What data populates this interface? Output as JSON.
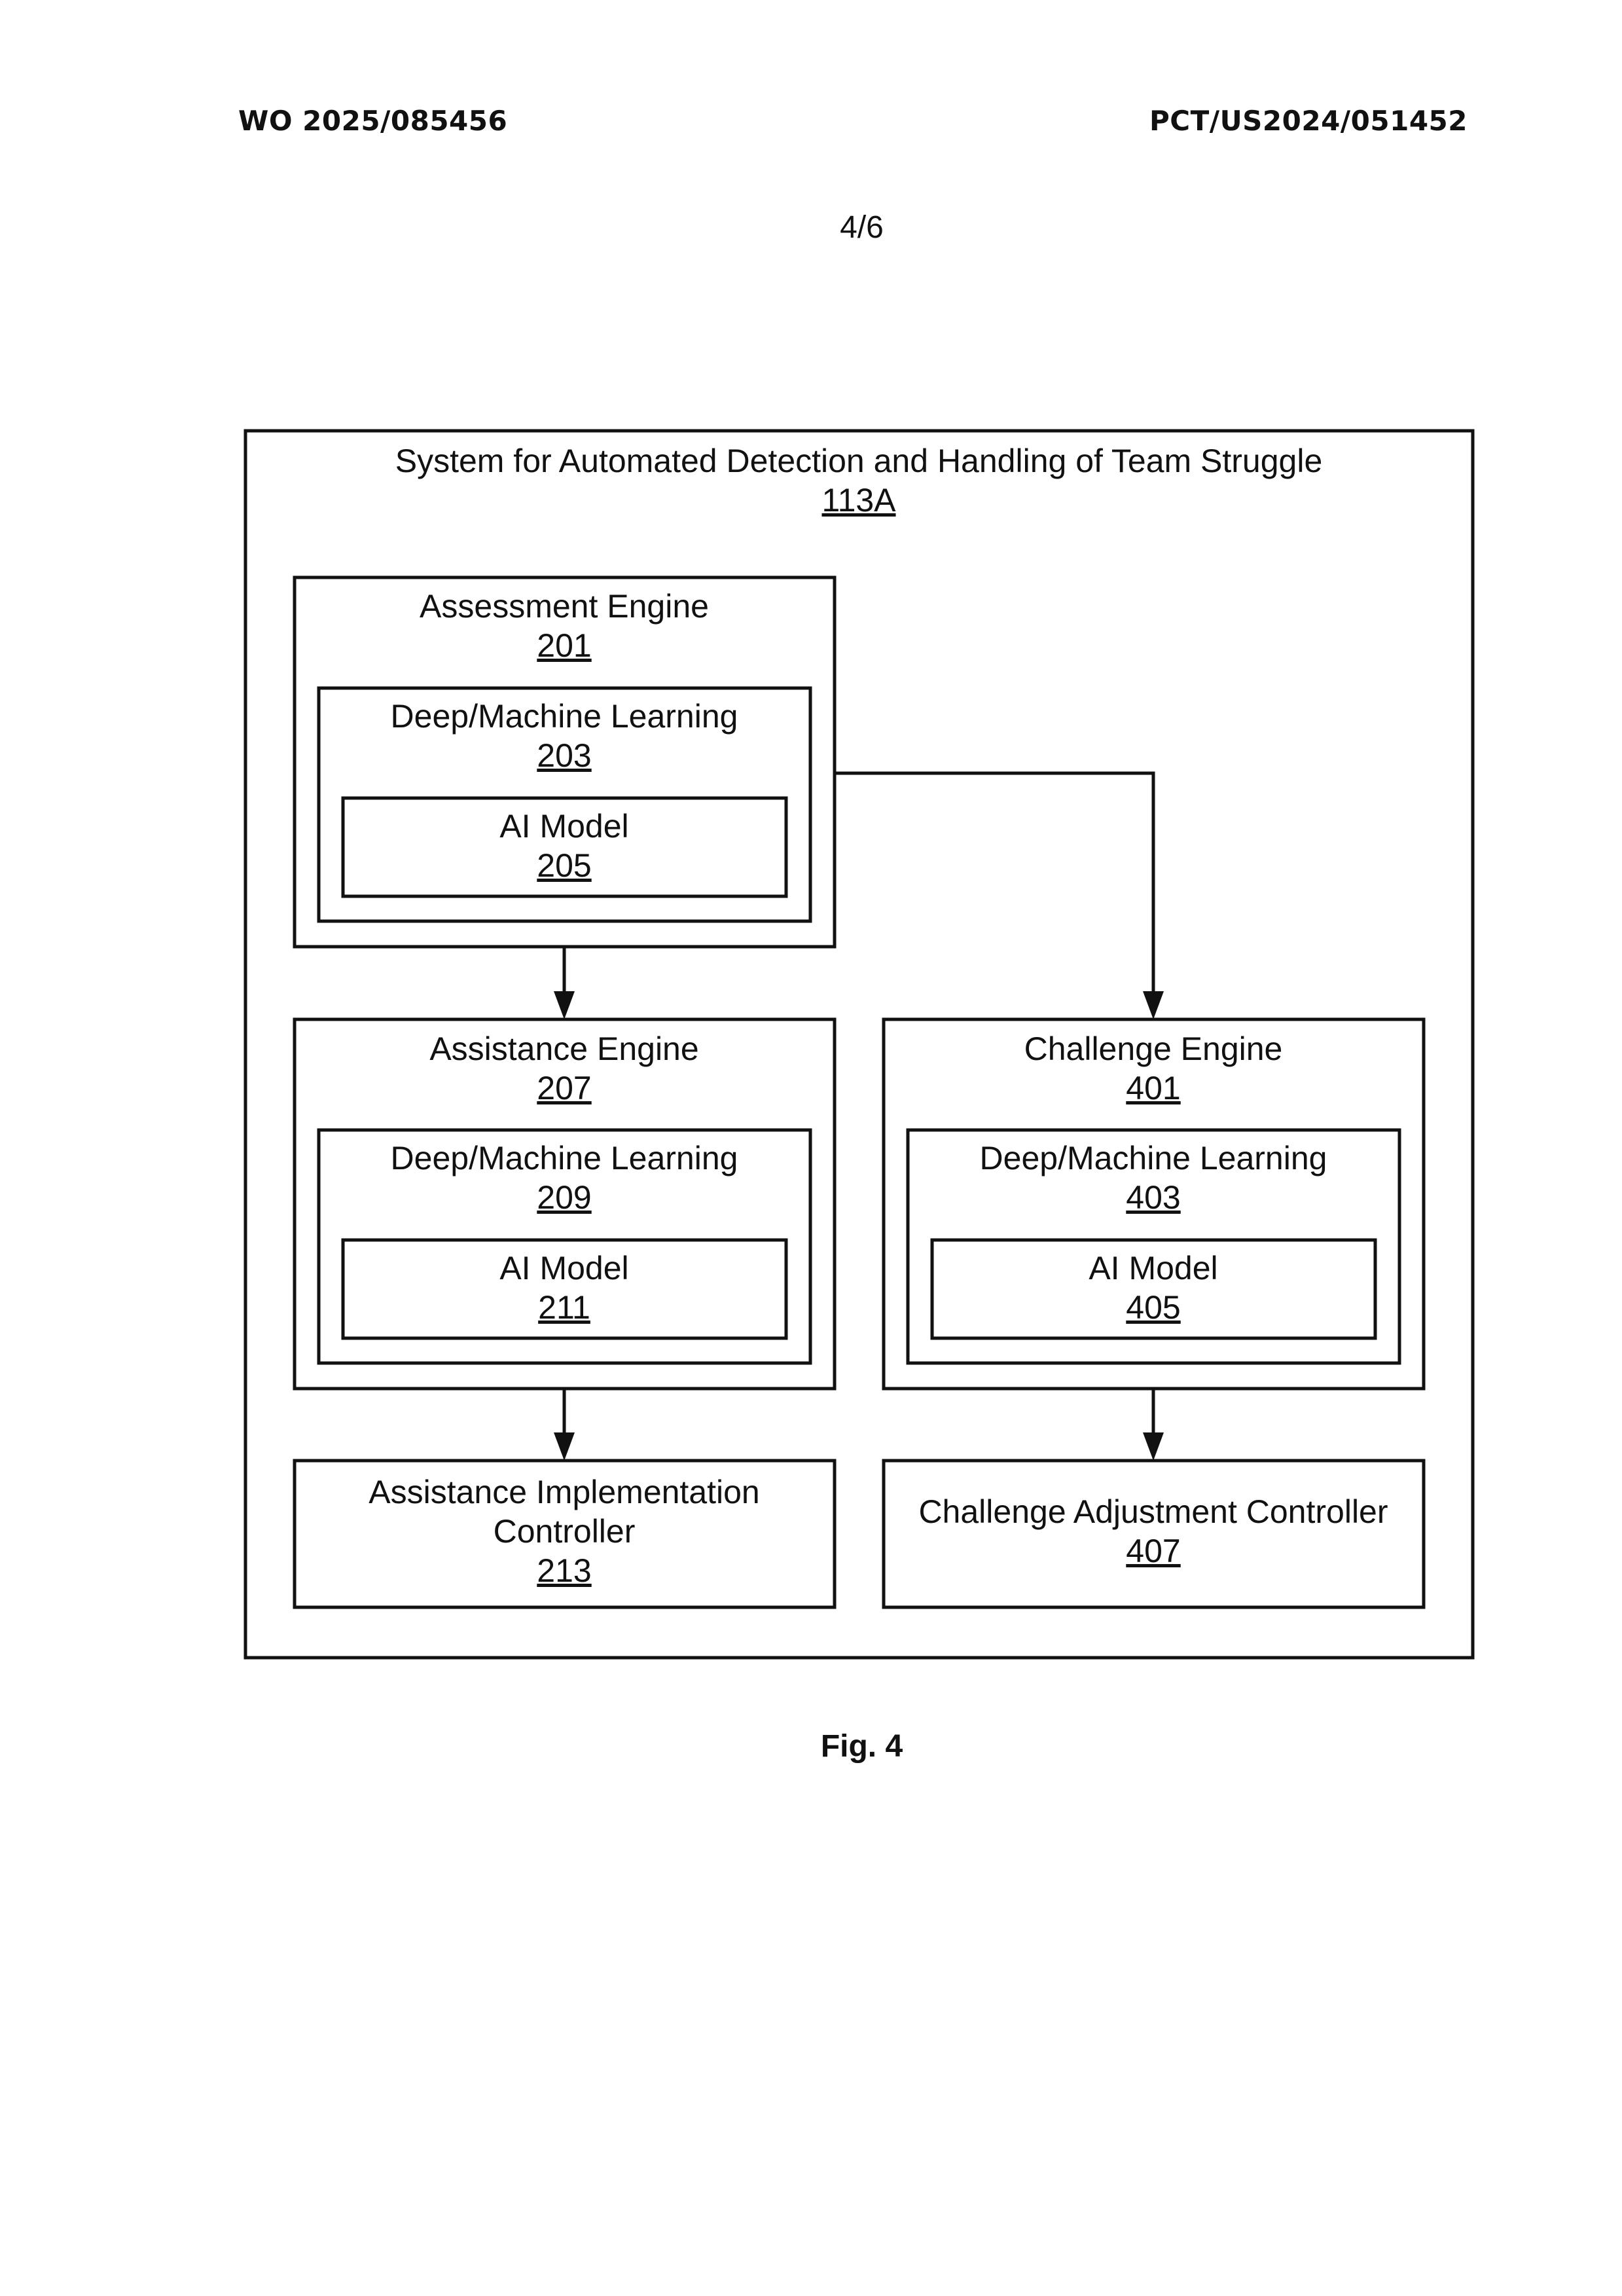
{
  "header": {
    "publication_number": "WO 2025/085456",
    "application_number": "PCT/US2024/051452"
  },
  "sheet": "4/6",
  "system": {
    "title": "System for Automated Detection and Handling of Team Struggle",
    "ref": "113A"
  },
  "assessment_engine": {
    "title": "Assessment Engine",
    "ref": "201"
  },
  "assessment_dml": {
    "title": "Deep/Machine Learning",
    "ref": "203"
  },
  "assessment_model": {
    "title": "AI Model",
    "ref": "205"
  },
  "assistance_engine": {
    "title": "Assistance Engine",
    "ref": "207"
  },
  "assistance_dml": {
    "title": "Deep/Machine Learning",
    "ref": "209"
  },
  "assistance_model": {
    "title": "AI Model",
    "ref": "211"
  },
  "challenge_engine": {
    "title": "Challenge Engine",
    "ref": "401"
  },
  "challenge_dml": {
    "title": "Deep/Machine Learning",
    "ref": "403"
  },
  "challenge_model": {
    "title": "AI Model",
    "ref": "405"
  },
  "assistance_controller": {
    "title_line1": "Assistance Implementation",
    "title_line2": "Controller",
    "ref": "213"
  },
  "challenge_controller": {
    "title": "Challenge Adjustment Controller",
    "ref": "407"
  },
  "figure_label": "Fig. 4"
}
